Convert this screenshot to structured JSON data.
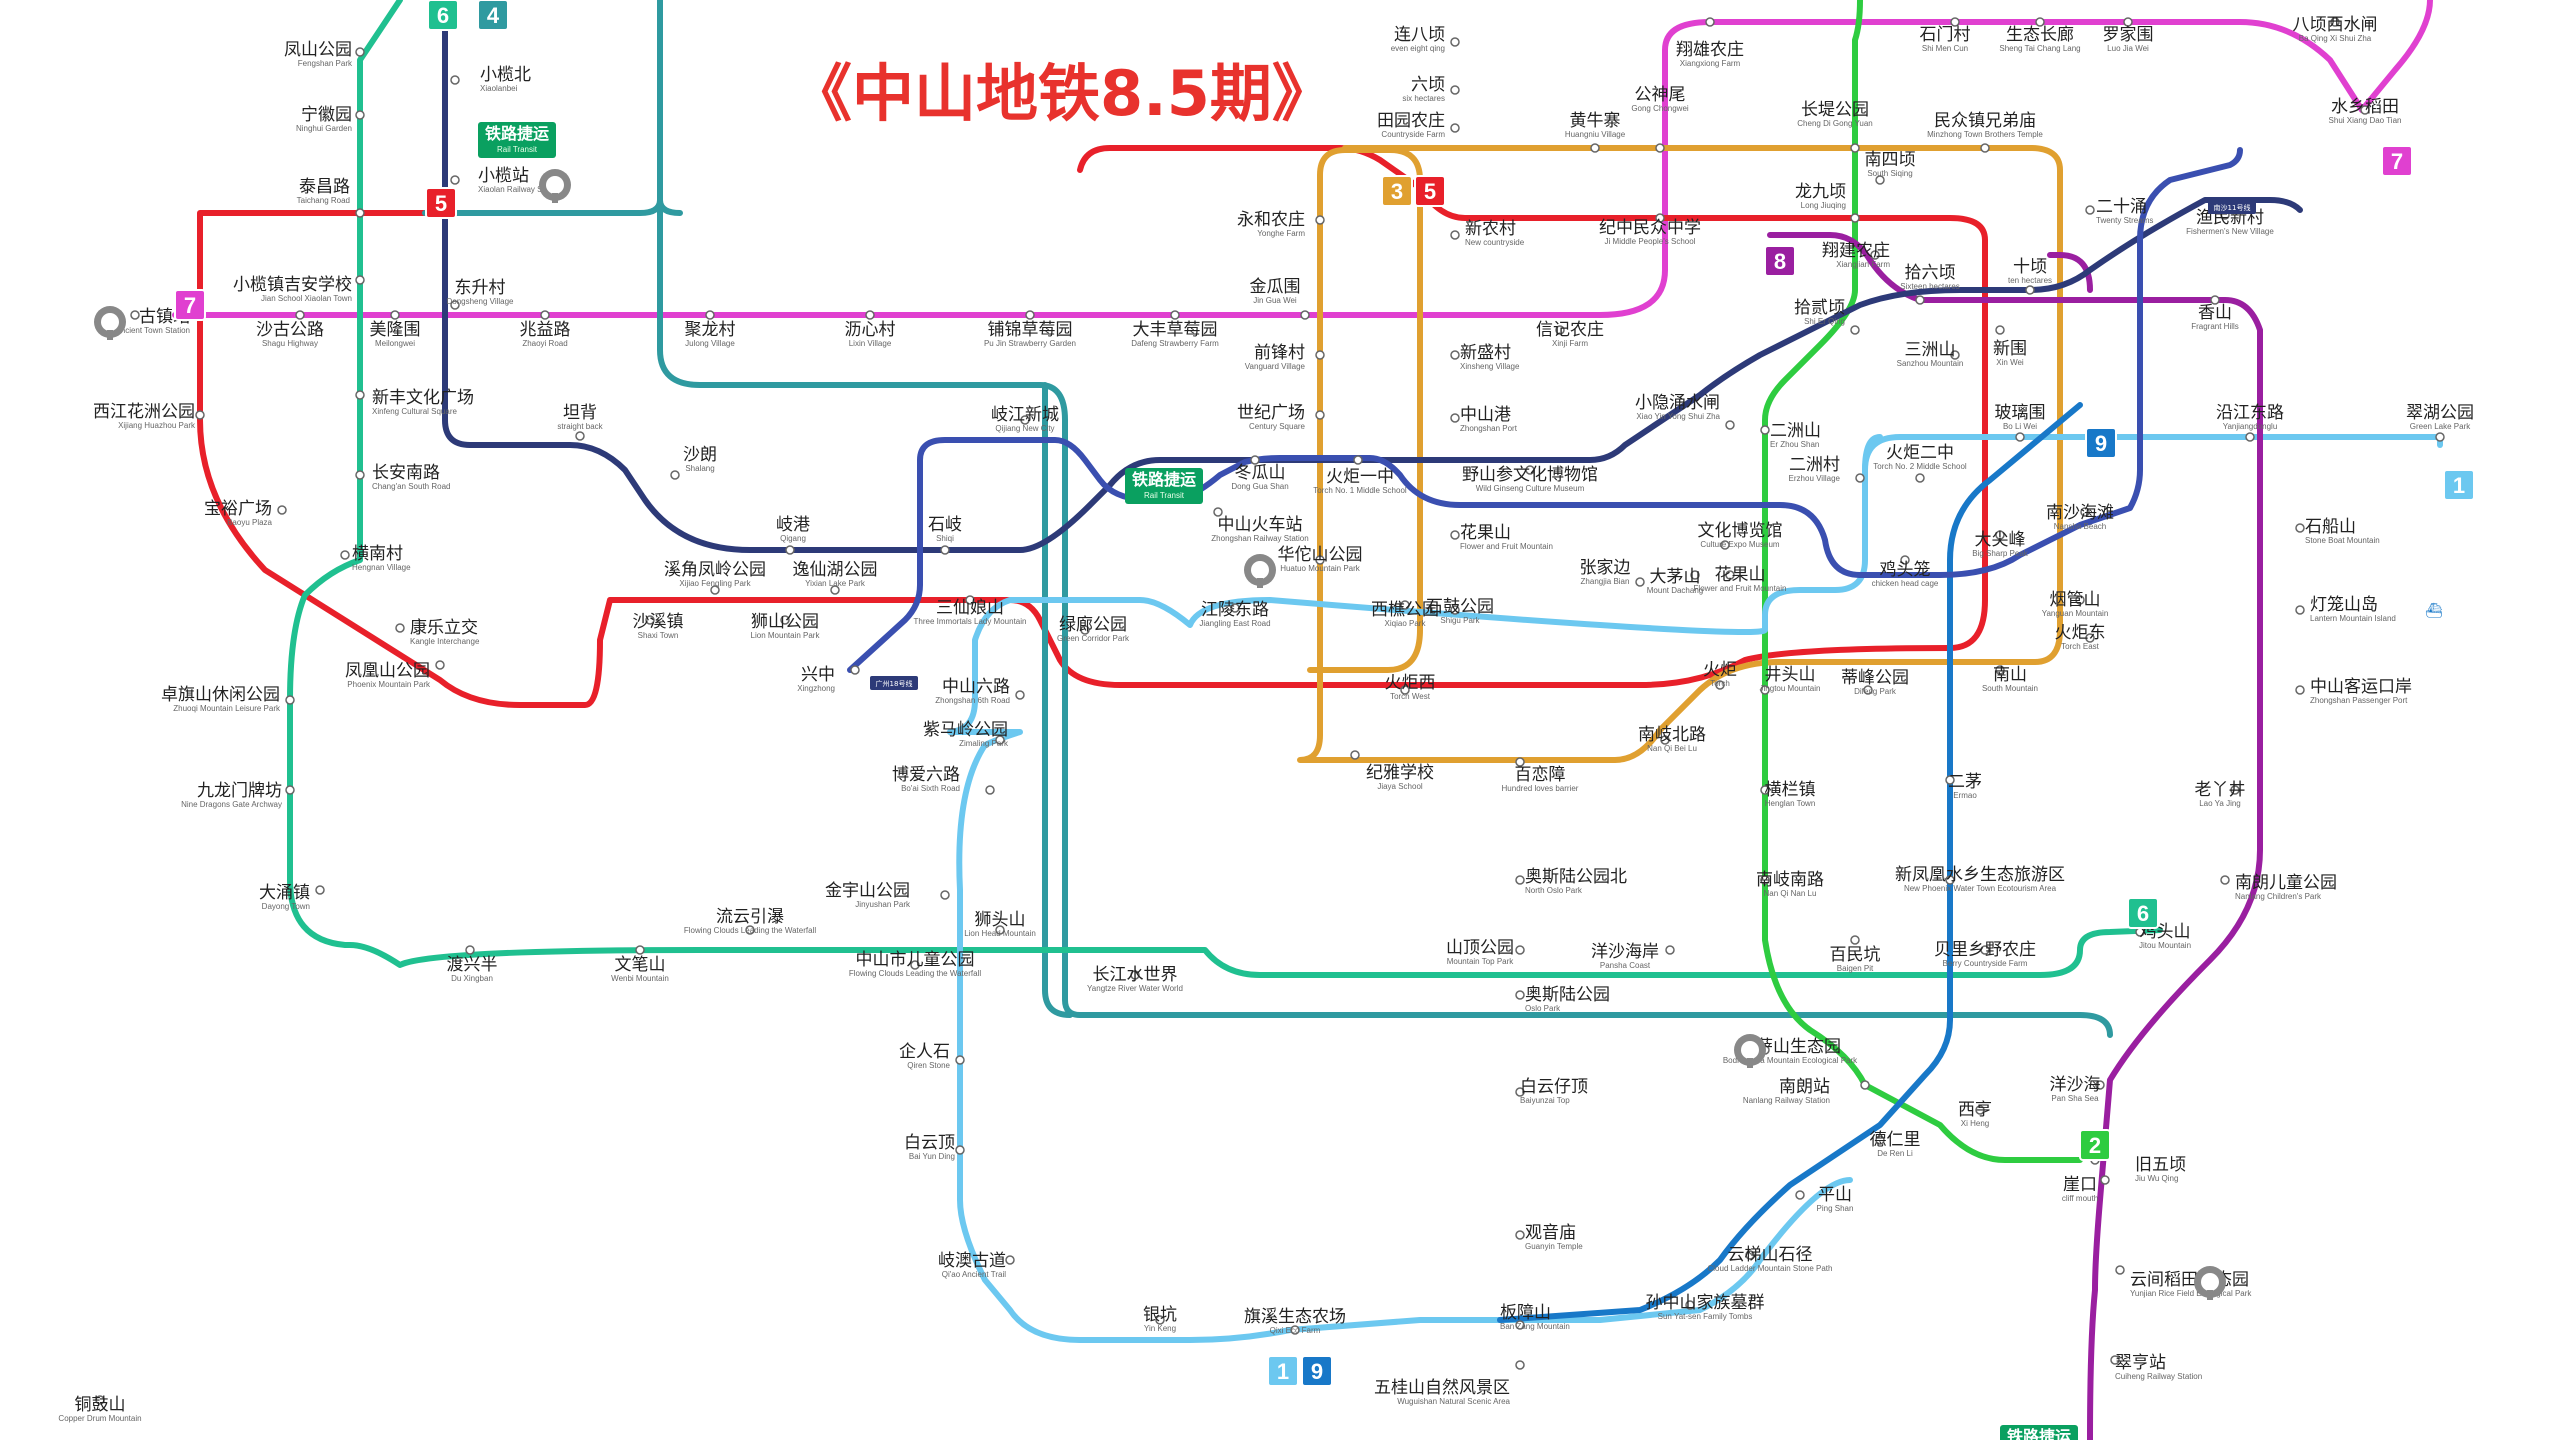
{
  "title": "《中山地铁8.5期》",
  "colors": {
    "line1": "#6cc8f0",
    "line2": "#2ecc40",
    "line3": "#e0a030",
    "line4": "#2f9aa0",
    "line5": "#e8202a",
    "line6": "#20c090",
    "line7": "#e040d0",
    "line8": "#9a1fa0",
    "line9": "#1878c8",
    "navy": "#2d3a78",
    "green": "#0aa060",
    "mid": "#3a4fb0"
  },
  "badges": [
    {
      "id": "b6a",
      "label": "6"
    },
    {
      "id": "b4",
      "label": "4"
    },
    {
      "id": "b5a",
      "label": "5"
    },
    {
      "id": "b7a",
      "label": "7"
    },
    {
      "id": "b3",
      "label": "3"
    },
    {
      "id": "b5b",
      "label": "5"
    },
    {
      "id": "b8",
      "label": "8"
    },
    {
      "id": "b7b",
      "label": "7"
    },
    {
      "id": "b9a",
      "label": "9"
    },
    {
      "id": "b1a",
      "label": "1"
    },
    {
      "id": "b6b",
      "label": "6"
    },
    {
      "id": "b2",
      "label": "2"
    },
    {
      "id": "b1b",
      "label": "1"
    },
    {
      "id": "b9b",
      "label": "9"
    }
  ],
  "rail_transit": [
    {
      "zh": "铁路捷运",
      "en": "Rail Transit"
    },
    {
      "zh": "铁路捷运",
      "en": "Rail Transit"
    },
    {
      "zh": "铁路捷运",
      "en": ""
    }
  ],
  "tags": [
    "广州18号线",
    "南沙11号线"
  ],
  "stations": [
    {
      "zh": "凤山公园",
      "en": "Fengshan Park"
    },
    {
      "zh": "宁徽园",
      "en": "Ninghui Garden"
    },
    {
      "zh": "泰昌路",
      "en": "Taichang Road"
    },
    {
      "zh": "小榄镇吉安学校",
      "en": "Jian School Xiaolan Town"
    },
    {
      "zh": "古镇站",
      "en": "Ancient Town Station"
    },
    {
      "zh": "沙古公路",
      "en": "Shagu Highway"
    },
    {
      "zh": "美隆围",
      "en": "Meilongwei"
    },
    {
      "zh": "兆益路",
      "en": "Zhaoyi Road"
    },
    {
      "zh": "东升村",
      "en": "Dongsheng Village"
    },
    {
      "zh": "小榄北",
      "en": "Xiaolanbei"
    },
    {
      "zh": "小榄站",
      "en": "Xiaolan Railway Station"
    },
    {
      "zh": "西江花洲公园",
      "en": "Xijiang Huazhou Park"
    },
    {
      "zh": "新丰文化广场",
      "en": "Xinfeng Cultural Square"
    },
    {
      "zh": "长安南路",
      "en": "Chang'an South Road"
    },
    {
      "zh": "宝裕广场",
      "en": "Baoyu Plaza"
    },
    {
      "zh": "横南村",
      "en": "Hengnan Village"
    },
    {
      "zh": "康乐立交",
      "en": "Kangle Interchange"
    },
    {
      "zh": "凤凰山公园",
      "en": "Phoenix Mountain Park"
    },
    {
      "zh": "卓旗山休闲公园",
      "en": "Zhuoqi Mountain Leisure Park"
    },
    {
      "zh": "九龙门牌坊",
      "en": "Nine Dragons Gate Archway"
    },
    {
      "zh": "大涌镇",
      "en": "Dayong Town"
    },
    {
      "zh": "渡兴半",
      "en": "Du Xingban"
    },
    {
      "zh": "文笔山",
      "en": "Wenbi Mountain"
    },
    {
      "zh": "聚龙村",
      "en": "Julong Village"
    },
    {
      "zh": "沥心村",
      "en": "Lixin Village"
    },
    {
      "zh": "铺锦草莓园",
      "en": "Pu Jin Strawberry Garden"
    },
    {
      "zh": "大丰草莓园",
      "en": "Dafeng Strawberry Farm"
    },
    {
      "zh": "金瓜围",
      "en": "Jin Gua Wei"
    },
    {
      "zh": "坦背",
      "en": "straight back"
    },
    {
      "zh": "沙朗",
      "en": "Shalang"
    },
    {
      "zh": "岐港",
      "en": "Qigang"
    },
    {
      "zh": "石岐",
      "en": "Shiqi"
    },
    {
      "zh": "岐江新城",
      "en": "Qijiang New City"
    },
    {
      "zh": "溪角凤岭公园",
      "en": "Xijiao Fengling Park"
    },
    {
      "zh": "逸仙湖公园",
      "en": "Yixian Lake Park"
    },
    {
      "zh": "沙溪镇",
      "en": "Shaxi Town"
    },
    {
      "zh": "狮山公园",
      "en": "Lion Mountain Park"
    },
    {
      "zh": "三仙娘山",
      "en": "Three Immortals Lady Mountain"
    },
    {
      "zh": "兴中",
      "en": "Xingzhong"
    },
    {
      "zh": "中山六路",
      "en": "Zhongshan 6th Road"
    },
    {
      "zh": "紫马岭公园",
      "en": "Zimaling Park"
    },
    {
      "zh": "博爱六路",
      "en": "Bo'ai Sixth Road"
    },
    {
      "zh": "绿廊公园",
      "en": "Green Corridor Park"
    },
    {
      "zh": "金宇山公园",
      "en": "Jinyushan Park"
    },
    {
      "zh": "狮头山",
      "en": "Lion Head Mountain"
    },
    {
      "zh": "流云引瀑",
      "en": "Flowing Clouds Leading the Waterfall"
    },
    {
      "zh": "中山市儿童公园",
      "en": "Flowing Clouds Leading the Waterfall"
    },
    {
      "zh": "企人石",
      "en": "Qiren Stone"
    },
    {
      "zh": "白云顶",
      "en": "Bai Yun Ding"
    },
    {
      "zh": "岐澳古道",
      "en": "Qi'ao Ancient Trail"
    },
    {
      "zh": "银坑",
      "en": "Yin Keng"
    },
    {
      "zh": "旗溪生态农场",
      "en": "Qixi Eco Farm"
    },
    {
      "zh": "长江水世界",
      "en": "Yangtze River Water World"
    },
    {
      "zh": "江陵东路",
      "en": "Jiangling East Road"
    },
    {
      "zh": "中山火车站",
      "en": "Zhongshan Railway Station"
    },
    {
      "zh": "冬瓜山",
      "en": "Dong Gua Shan"
    },
    {
      "zh": "火炬一中",
      "en": "Torch No. 1 Middle School"
    },
    {
      "zh": "野山参文化博物馆",
      "en": "Wild Ginseng Culture Museum"
    },
    {
      "zh": "连八顷",
      "en": "even eight qing"
    },
    {
      "zh": "六顷",
      "en": "six hectares"
    },
    {
      "zh": "田园农庄",
      "en": "Countryside Farm"
    },
    {
      "zh": "永和农庄",
      "en": "Yonghe Farm"
    },
    {
      "zh": "新农村",
      "en": "New countryside"
    },
    {
      "zh": "前锋村",
      "en": "Vanguard Village"
    },
    {
      "zh": "世纪广场",
      "en": "Century Square"
    },
    {
      "zh": "新盛村",
      "en": "Xinsheng Village"
    },
    {
      "zh": "中山港",
      "en": "Zhongshan Port"
    },
    {
      "zh": "花果山",
      "en": "Flower and Fruit Mountain"
    },
    {
      "zh": "华佗山公园",
      "en": "Huatuo Mountain Park"
    },
    {
      "zh": "西樵公园",
      "en": "Xiqiao Park"
    },
    {
      "zh": "石鼓公园",
      "en": "Shigu Park"
    },
    {
      "zh": "火炬西",
      "en": "Torch West"
    },
    {
      "zh": "纪雅学校",
      "en": "Jiaya School"
    },
    {
      "zh": "百恋障",
      "en": "Hundred loves barrier"
    },
    {
      "zh": "奥斯陆公园北",
      "en": "North Oslo Park"
    },
    {
      "zh": "山顶公园",
      "en": "Mountain Top Park"
    },
    {
      "zh": "奥斯陆公园",
      "en": "Oslo Park"
    },
    {
      "zh": "白云仔顶",
      "en": "Baiyunzai Top"
    },
    {
      "zh": "观音庙",
      "en": "Guanyin Temple"
    },
    {
      "zh": "板障山",
      "en": "Ban Zang Mountain"
    },
    {
      "zh": "五桂山自然风景区",
      "en": "Wuguishan Natural Scenic Area"
    },
    {
      "zh": "黄牛寨",
      "en": "Huangniu Village"
    },
    {
      "zh": "公神尾",
      "en": "Gong Chongwei"
    },
    {
      "zh": "纪中民众中学",
      "en": "Ji Middle People's School"
    },
    {
      "zh": "信记农庄",
      "en": "Xinji Farm"
    },
    {
      "zh": "翔雄农庄",
      "en": "Xiangxiong Farm"
    },
    {
      "zh": "长堤公园",
      "en": "Cheng Di Gong Yuan"
    },
    {
      "zh": "民众镇兄弟庙",
      "en": "Minzhong Town Brothers Temple"
    },
    {
      "zh": "南四顷",
      "en": "South Siqing"
    },
    {
      "zh": "龙九顷",
      "en": "Long Jiuqing"
    },
    {
      "zh": "翔建农庄",
      "en": "Xiangjian Farm"
    },
    {
      "zh": "拾六顷",
      "en": "Sixteen hectares"
    },
    {
      "zh": "拾贰顷",
      "en": "Shi Er Qing"
    },
    {
      "zh": "三洲山",
      "en": "Sanzhou Mountain"
    },
    {
      "zh": "小隐涌水闸",
      "en": "Xiao Yin Yong Shui Zha"
    },
    {
      "zh": "二洲山",
      "en": "Er Zhou Shan"
    },
    {
      "zh": "二洲村",
      "en": "Erzhou Village"
    },
    {
      "zh": "火炬二中",
      "en": "Torch No. 2 Middle School"
    },
    {
      "zh": "文化博览馆",
      "en": "Culture Expo Museum"
    },
    {
      "zh": "张家边",
      "en": "Zhangjia Bian"
    },
    {
      "zh": "大茅山",
      "en": "Mount Dachang"
    },
    {
      "zh": "花果山",
      "en": "Flower and Fruit Mountain"
    },
    {
      "zh": "鸡头笼",
      "en": "chicken head cage"
    },
    {
      "zh": "火炬",
      "en": "Torch"
    },
    {
      "zh": "南岐北路",
      "en": "Nan Qi Bei Lu"
    },
    {
      "zh": "井头山",
      "en": "Jingtou Mountain"
    },
    {
      "zh": "蒂峰公园",
      "en": "Difeng Park"
    },
    {
      "zh": "横栏镇",
      "en": "Henglan Town"
    },
    {
      "zh": "南岐南路",
      "en": "Nan Qi Nan Lu"
    },
    {
      "zh": "百民坑",
      "en": "Baigen Pit"
    },
    {
      "zh": "菩萨山生态园",
      "en": "Bodhisattva Mountain Ecological Park"
    },
    {
      "zh": "南朗站",
      "en": "Nanlang Railway Station"
    },
    {
      "zh": "德仁里",
      "en": "De Ren Li"
    },
    {
      "zh": "平山",
      "en": "Ping Shan"
    },
    {
      "zh": "云梯山石径",
      "en": "Cloud Ladder Mountain Stone Path"
    },
    {
      "zh": "孙中山家族墓群",
      "en": "Sun Yat-sen Family Tombs"
    },
    {
      "zh": "石门村",
      "en": "Shi Men Cun"
    },
    {
      "zh": "生态长廊",
      "en": "Sheng Tai Chang Lang"
    },
    {
      "zh": "罗家围",
      "en": "Luo Jia Wei"
    },
    {
      "zh": "八顷西水闸",
      "en": "Ba Qing Xi Shui Zha"
    },
    {
      "zh": "水乡稻田",
      "en": "Shui Xiang Dao Tian"
    },
    {
      "zh": "二十涌",
      "en": "Twenty Streams"
    },
    {
      "zh": "十顷",
      "en": "ten hectares"
    },
    {
      "zh": "渔民新村",
      "en": "Fishermen's New Village"
    },
    {
      "zh": "香山",
      "en": "Fragrant Hills"
    },
    {
      "zh": "新围",
      "en": "Xin Wei"
    },
    {
      "zh": "玻璃围",
      "en": "Bo Li Wei"
    },
    {
      "zh": "沿江东路",
      "en": "Yanjiangdonglu"
    },
    {
      "zh": "翠湖公园",
      "en": "Green Lake Park"
    },
    {
      "zh": "南沙海滩",
      "en": "Nansha Beach"
    },
    {
      "zh": "大尖峰",
      "en": "Big Sharp Peak"
    },
    {
      "zh": "烟管山",
      "en": "Yanguan Mountain"
    },
    {
      "zh": "火炬东",
      "en": "Torch East"
    },
    {
      "zh": "南山",
      "en": "South Mountain"
    },
    {
      "zh": "石船山",
      "en": "Stone Boat Mountain"
    },
    {
      "zh": "灯笼山岛",
      "en": "Lantern Mountain Island"
    },
    {
      "zh": "中山客运口岸",
      "en": "Zhongshan Passenger Port"
    },
    {
      "zh": "二茅",
      "en": "Ermao"
    },
    {
      "zh": "老丫井",
      "en": "Lao Ya Jing"
    },
    {
      "zh": "新凤凰水乡生态旅游区",
      "en": "New Phoenix Water Town Ecotourism Area"
    },
    {
      "zh": "南朗儿童公园",
      "en": "Nanlang Children's Park"
    },
    {
      "zh": "鸡头山",
      "en": "Jitou Mountain"
    },
    {
      "zh": "洋沙海岸",
      "en": "Pansha Coast"
    },
    {
      "zh": "贝里乡野农庄",
      "en": "Berry Countryside Farm"
    },
    {
      "zh": "西亨",
      "en": "Xi Heng"
    },
    {
      "zh": "洋沙海",
      "en": "Pan Sha Sea"
    },
    {
      "zh": "崖口",
      "en": "cliff mouth"
    },
    {
      "zh": "旧五顷",
      "en": "Jiu Wu Qing"
    },
    {
      "zh": "云间稻田生态园",
      "en": "Yunjian Rice Field Ecological Park"
    },
    {
      "zh": "翠亨站",
      "en": "Cuiheng Railway Station"
    },
    {
      "zh": "铜鼓山",
      "en": "Copper Drum Mountain"
    }
  ]
}
